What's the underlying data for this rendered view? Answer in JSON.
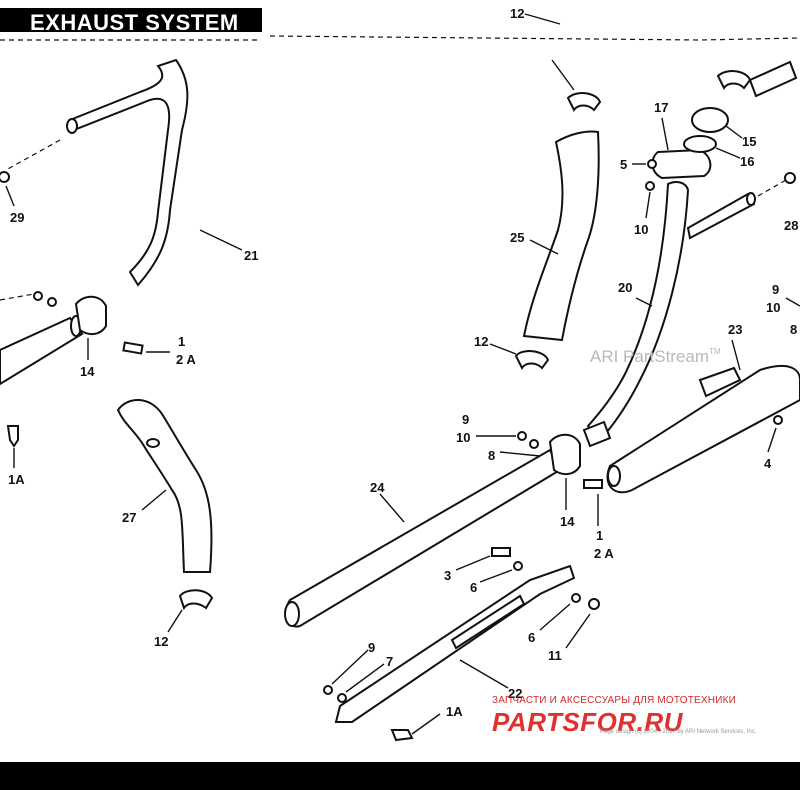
{
  "title": "EXHAUST SYSTEM",
  "watermark": {
    "text": "ARI PartStream",
    "tm": "TM"
  },
  "footer": {
    "ru_text": "ЗАПЧАСТИ И АКСЕССУАРЫ ДЛЯ МОТОТЕХНИКИ",
    "brand": "PARTSFOR.RU",
    "copyright": "Page design (c) 2004 - 2017 by ARI Network Services, Inc."
  },
  "callouts": [
    {
      "id": "c12-top",
      "label": "12"
    },
    {
      "id": "c29",
      "label": "29"
    },
    {
      "id": "c21",
      "label": "21"
    },
    {
      "id": "c1-left",
      "label": "1"
    },
    {
      "id": "c2a-left",
      "label": "2 A"
    },
    {
      "id": "c14-left",
      "label": "14"
    },
    {
      "id": "c1a-left",
      "label": "1A"
    },
    {
      "id": "c27",
      "label": "27"
    },
    {
      "id": "c12-bottomleft",
      "label": "12"
    },
    {
      "id": "c15",
      "label": "15"
    },
    {
      "id": "c16",
      "label": "16"
    },
    {
      "id": "c17",
      "label": "17"
    },
    {
      "id": "c5",
      "label": "5"
    },
    {
      "id": "c10-mid",
      "label": "10"
    },
    {
      "id": "c25",
      "label": "25"
    },
    {
      "id": "c28",
      "label": "28"
    },
    {
      "id": "c20",
      "label": "20"
    },
    {
      "id": "c9-right",
      "label": "9"
    },
    {
      "id": "c10-right",
      "label": "10"
    },
    {
      "id": "c23",
      "label": "23"
    },
    {
      "id": "c8-right",
      "label": "8"
    },
    {
      "id": "c12-mid",
      "label": "12"
    },
    {
      "id": "c4",
      "label": "4"
    },
    {
      "id": "c9-mid",
      "label": "9"
    },
    {
      "id": "c10-mid2",
      "label": "10"
    },
    {
      "id": "c8-mid",
      "label": "8"
    },
    {
      "id": "c24",
      "label": "24"
    },
    {
      "id": "c14-mid",
      "label": "14"
    },
    {
      "id": "c1-mid",
      "label": "1"
    },
    {
      "id": "c2a-mid",
      "label": "2 A"
    },
    {
      "id": "c3",
      "label": "3"
    },
    {
      "id": "c6-top",
      "label": "6"
    },
    {
      "id": "c6-bottom",
      "label": "6"
    },
    {
      "id": "c11",
      "label": "11"
    },
    {
      "id": "c9-bottom",
      "label": "9"
    },
    {
      "id": "c7",
      "label": "7"
    },
    {
      "id": "c22",
      "label": "22"
    },
    {
      "id": "c1a-bottom",
      "label": "1A"
    }
  ]
}
